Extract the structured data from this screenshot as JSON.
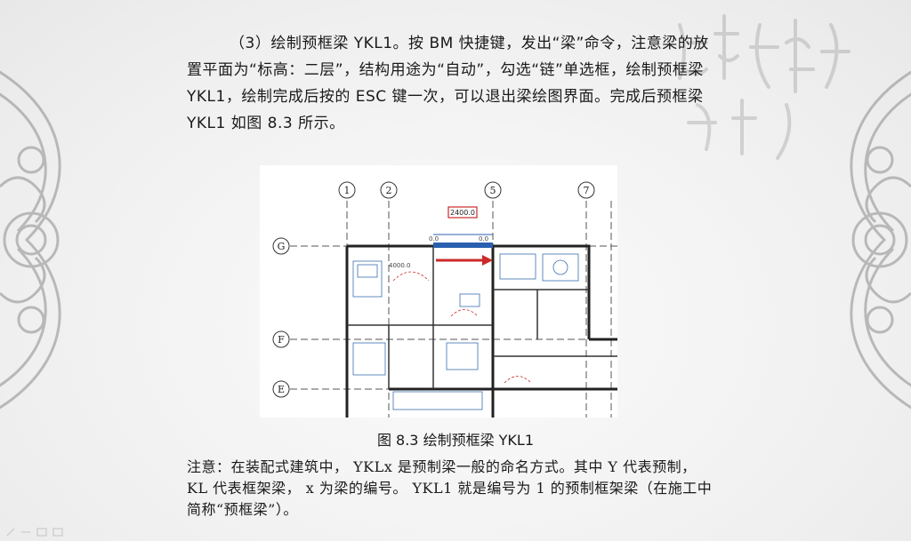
{
  "paragraph_1": "（3）绘制预框梁 YKL1。按 BM 快捷键，发出“梁”命令，注意梁的放置平面为“标高：二层”，结构用途为“自动”，勾选“链”单选框，绘制预框梁 YKL1，绘制完成后按的 ESC 键一次，可以退出梁绘图界面。完成后预框梁 YKL1 如图 8.3 所示。",
  "figure": {
    "caption": "图 8.3  绘制预框梁 YKL1",
    "grid_labels_top": [
      "1",
      "2",
      "5",
      "7"
    ],
    "grid_labels_left": [
      "G",
      "F",
      "E"
    ],
    "dimension_label": "2400.0",
    "inner_dimension_label": "4000.0",
    "small_label_a": "0.0",
    "small_label_b": "0.0",
    "accent_color": "#cc2a2a",
    "beam_color": "#2a5fb0"
  },
  "paragraph_2": "注意：在装配式建筑中， YKLx 是预制梁一般的命名方式。其中 Y 代表预制， KL 代表框架梁， x 为梁的编号。 YKL1 就是编号为 1 的预制框架梁（在施工中简称“预框梁”）。"
}
